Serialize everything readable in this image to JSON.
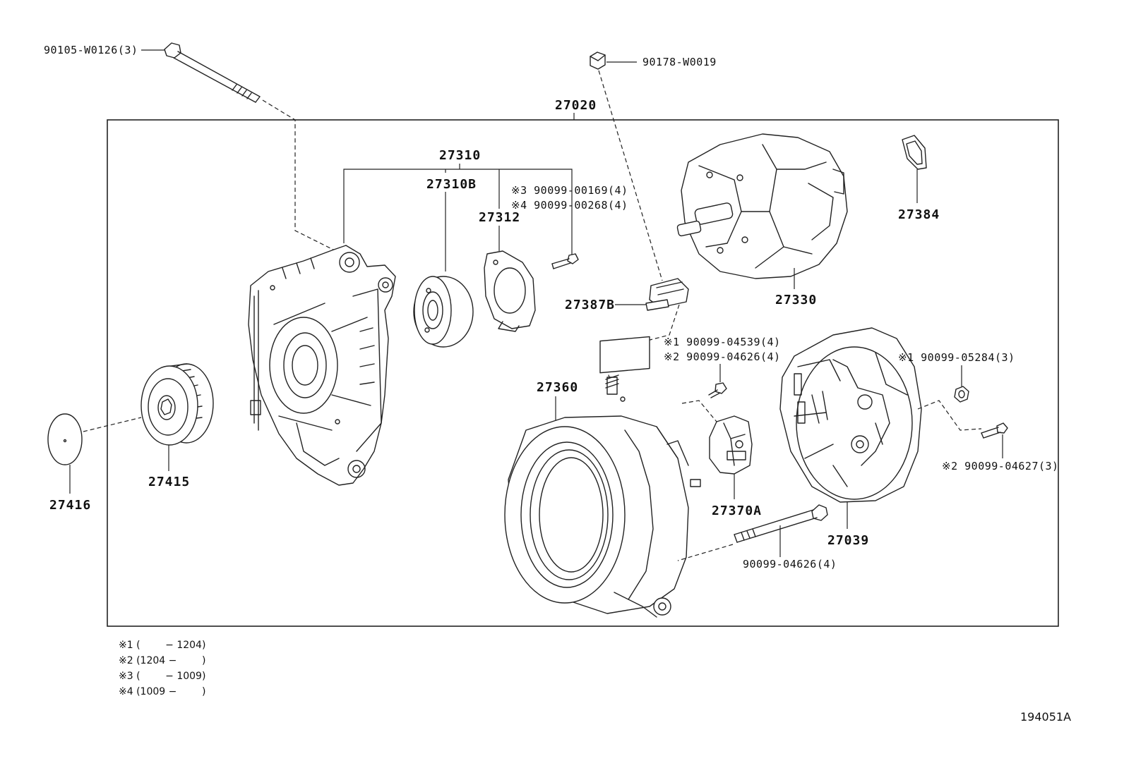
{
  "diagram": {
    "labels": {
      "assembly": "27020",
      "bolt_top": "90105-W0126(3)",
      "cap_top": "90178-W0019",
      "drive_frame": "27310",
      "bearing": "27310B",
      "retainer": "27312",
      "screw_a": "※3 90099-00169(4)",
      "screw_b": "※4 90099-00268(4)",
      "terminal_insulator": "27387B",
      "rotor": "27330",
      "clip": "27384",
      "stator": "27360",
      "screw_c": "※1 90099-04539(4)",
      "screw_d": "※2 90099-04626(4)",
      "brush_holder": "27370A",
      "rear_cover": "27039",
      "nut_e": "※1 90099-05284(3)",
      "bolt_f": "※2 90099-04627(3)",
      "through_bolt": "90099-04626(4)",
      "pulley": "27415",
      "pulley_cap": "27416"
    },
    "notes": [
      "※1 (        − 1204)",
      "※2 (1204 −        )",
      "※3 (        − 1009)",
      "※4 (1009 −        )"
    ],
    "reference": "194051A"
  }
}
